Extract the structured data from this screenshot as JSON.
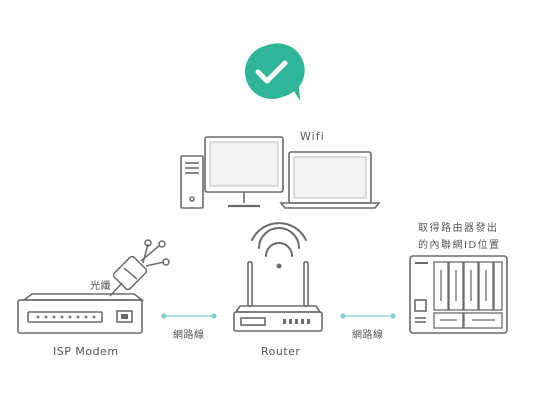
{
  "status": {
    "icon": "check-bubble-icon",
    "color": "#2fb597"
  },
  "labels": {
    "wifi": "Wifi",
    "fiber": "光纖",
    "isp_modem": "ISP Modem",
    "cable_1": "網路線",
    "router": "Router",
    "cable_2": "網路線",
    "nas_note_line1": "取得路由器發出",
    "nas_note_line2": "的內聯網ID位置"
  },
  "colors": {
    "link": "#7fd0cf",
    "device": "#6b6b6b",
    "text": "#555555"
  }
}
